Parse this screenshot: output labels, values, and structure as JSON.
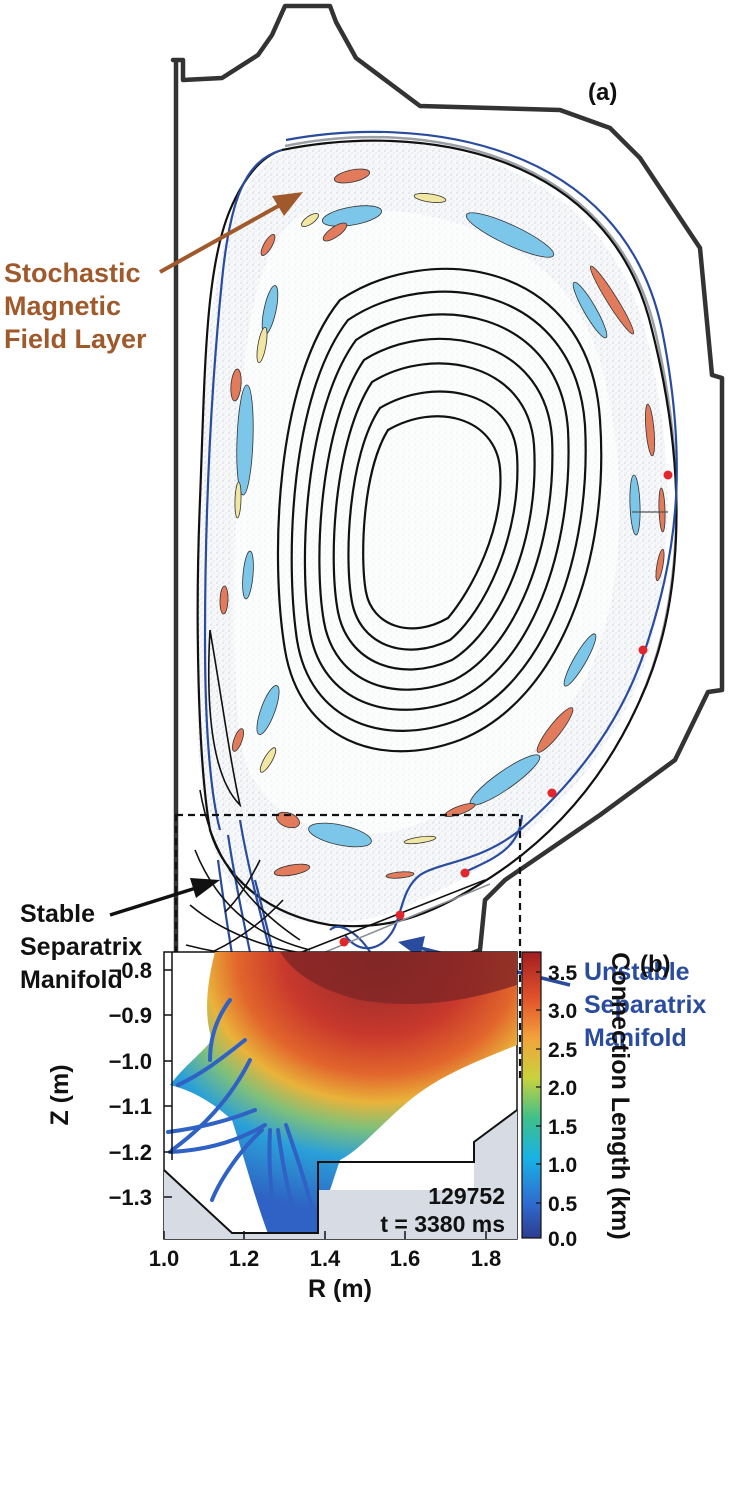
{
  "panel_a": {
    "label": "(a)",
    "stochastic_label": [
      "Stochastic",
      "Magnetic",
      "Field Layer"
    ],
    "stable_label": [
      "Stable",
      "Separatrix",
      "Manifold"
    ],
    "unstable_label": [
      "Unstable",
      "Separatrix",
      "Manifold"
    ]
  },
  "panel_b": {
    "label": "(b)",
    "shot_number": "129752",
    "time_label": "t = 3380 ms",
    "xlabel": "R (m)",
    "ylabel": "Z (m)",
    "colorbar_label": "Connection Length (km)",
    "x_ticks": [
      "1.0",
      "1.2",
      "1.4",
      "1.6",
      "1.8"
    ],
    "y_ticks": [
      "−0.8",
      "−0.9",
      "−1.0",
      "−1.1",
      "−1.2",
      "−1.3"
    ],
    "cbar_ticks": [
      "3.5",
      "3.0",
      "2.5",
      "2.0",
      "1.5",
      "1.0",
      "0.5",
      "0.0"
    ],
    "xlim": [
      1.0,
      1.88
    ],
    "ylim": [
      -1.38,
      -0.76
    ],
    "cbar_range": [
      0.0,
      3.7
    ]
  },
  "colors": {
    "wall": "#333333",
    "flux_surface": "#111111",
    "unstable_manifold": "#2a4c9e",
    "stochastic_arrow": "#a0592b",
    "x_point_marker": "#e3262b",
    "island_blue": "#7cc6ea",
    "island_red": "#e27a5c",
    "island_yellow": "#f1e6a2"
  }
}
